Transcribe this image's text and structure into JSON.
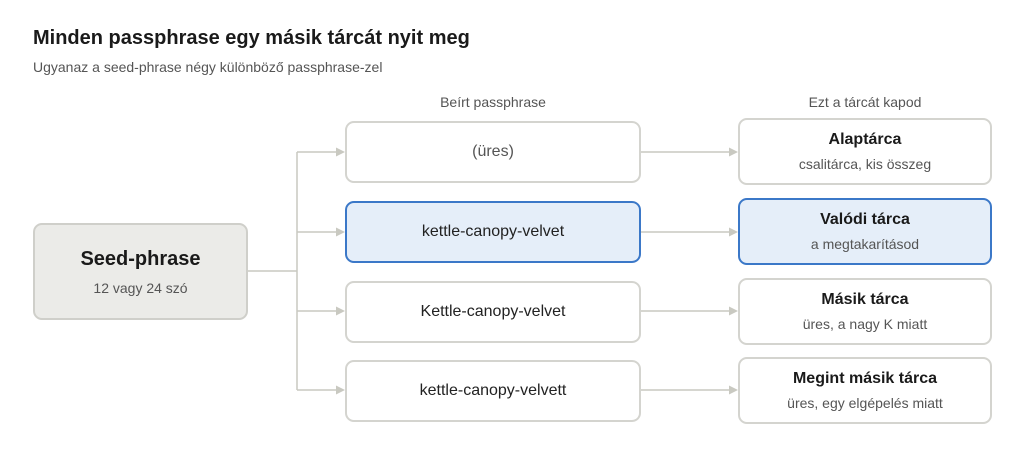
{
  "title": "Minden passphrase egy másik tárcát nyit meg",
  "subtitle": "Ugyanaz a seed-phrase négy különböző passphrase-zel",
  "columns": {
    "passphrase": "Beírt passphrase",
    "wallet": "Ezt a tárcát kapod"
  },
  "seed": {
    "title": "Seed-phrase",
    "subtitle": "12 vagy 24 szó"
  },
  "rows": [
    {
      "passphrase": "(üres)",
      "wallet_title": "Alaptárca",
      "wallet_subtitle": "csalitárca, kis összeg",
      "highlighted": false
    },
    {
      "passphrase": "kettle-canopy-velvet",
      "wallet_title": "Valódi tárca",
      "wallet_subtitle": "a megtakarításod",
      "highlighted": true
    },
    {
      "passphrase": "Kettle-canopy-velvet",
      "wallet_title": "Másik tárca",
      "wallet_subtitle": "üres, a nagy K miatt",
      "highlighted": false
    },
    {
      "passphrase": "kettle-canopy-velvett",
      "wallet_title": "Megint másik tárca",
      "wallet_subtitle": "üres, egy elgépelés miatt",
      "highlighted": false
    }
  ],
  "colors": {
    "highlight_border": "#3b78c8",
    "highlight_fill": "#e5eef9",
    "connector": "#c9c9c1",
    "seed_fill": "#ebebe8"
  }
}
